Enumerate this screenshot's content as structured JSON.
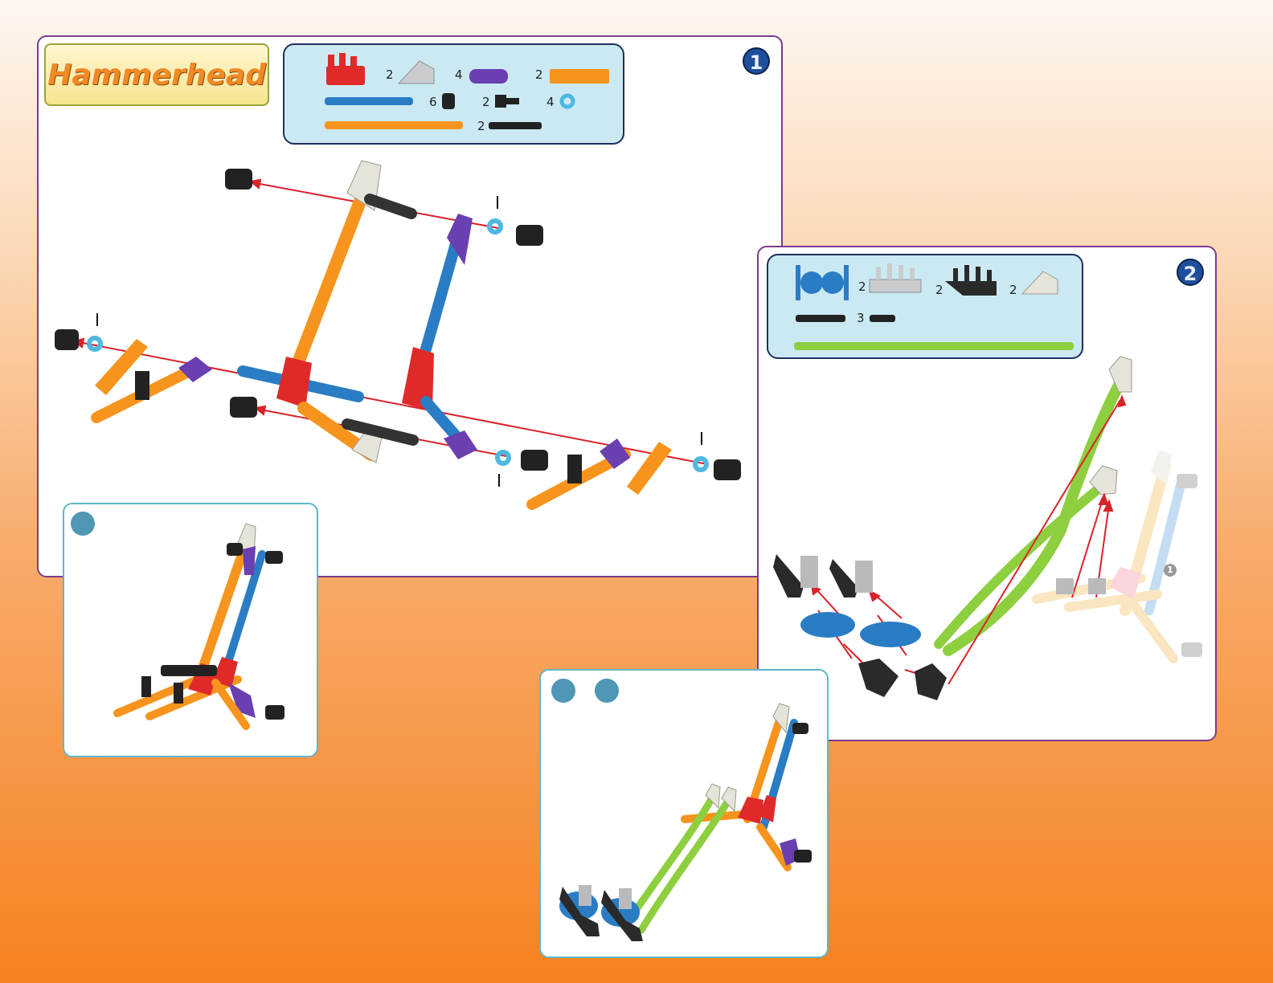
{
  "title": "Hammerhead",
  "step1": {
    "badge": "1",
    "quantities": [
      "2",
      "4",
      "2",
      "6",
      "2",
      "4",
      "2"
    ]
  },
  "step2": {
    "badge": "2",
    "quantities": [
      "2",
      "2",
      "2",
      "3"
    ],
    "ref_badge": "1"
  },
  "colors": {
    "panel_border": "#7b3b8c",
    "inset_border": "#5fb7c8",
    "parts_bg": "#cbe9f3",
    "orange": "#f7941d",
    "blue": "#2a7dc4",
    "purple": "#6a3fb0",
    "red": "#e02a2a",
    "green": "#8dcf3f",
    "arrow": "#d8232a"
  },
  "icons": [
    "red-connector-icon",
    "gray-connector-icon",
    "purple-connector-icon",
    "orange-rod-icon",
    "blue-rod-icon",
    "black-cap-icon",
    "black-clip-icon",
    "spacer-ring-icon",
    "orange-long-rod-icon",
    "black-rod-icon",
    "blue-gear-icon",
    "black-gear-icon",
    "green-rod-icon"
  ]
}
